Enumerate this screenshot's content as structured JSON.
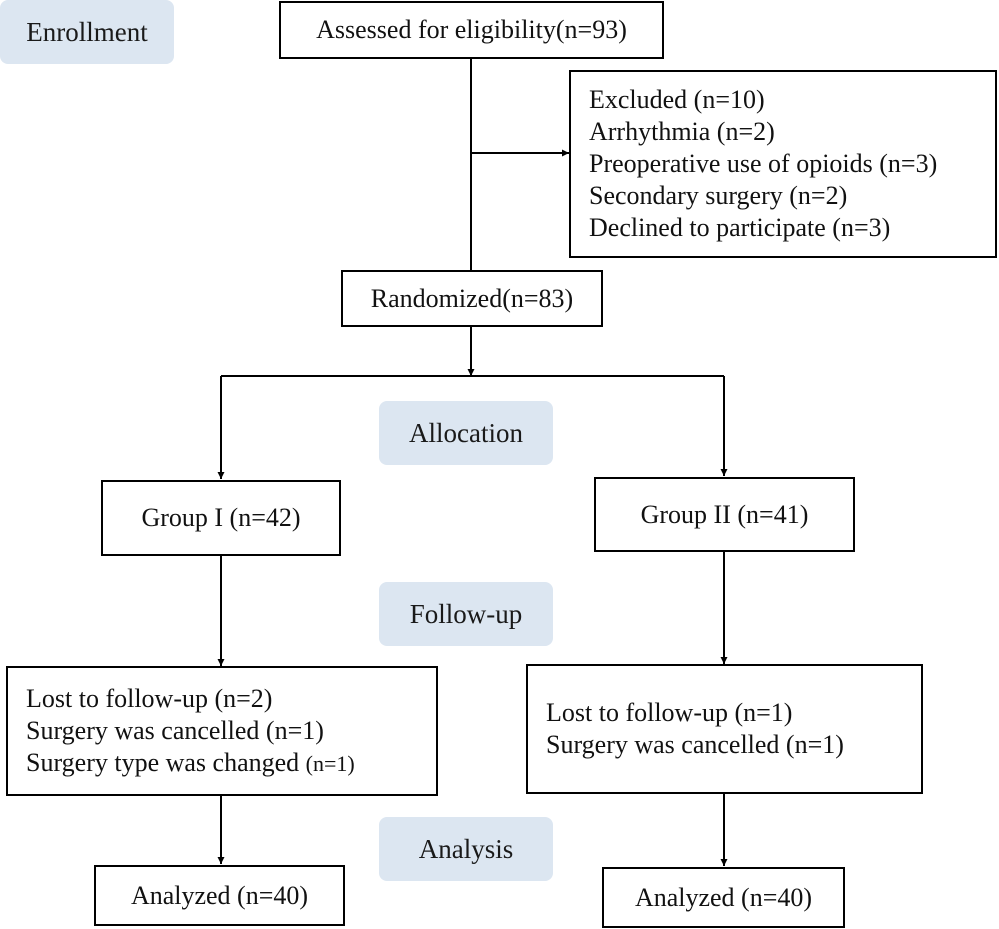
{
  "stages": {
    "enrollment": "Enrollment",
    "allocation": "Allocation",
    "follow_up": "Follow-up",
    "analysis": "Analysis"
  },
  "assessed": "Assessed for eligibility(n=93)",
  "excluded": {
    "title": "Excluded (n=10)",
    "reasons": [
      "Arrhythmia (n=2)",
      "Preoperative use of opioids (n=3)",
      "Secondary surgery (n=2)",
      "Declined to participate (n=3)"
    ]
  },
  "randomized": "Randomized(n=83)",
  "groups": [
    {
      "label": "Group I (n=42)",
      "losses": [
        "Lost to follow-up (n=2)",
        "Surgery was cancelled (n=1)"
      ],
      "loss_changed": {
        "text": "Surgery type was changed",
        "count": "(n=1)"
      },
      "analyzed": "Analyzed (n=40)"
    },
    {
      "label": "Group II (n=41)",
      "losses": [
        "Lost to follow-up (n=1)",
        "Surgery was cancelled (n=1)"
      ],
      "analyzed": "Analyzed (n=40)"
    }
  ],
  "colors": {
    "stage_bg": "#dce6f1",
    "line": "#000000"
  }
}
